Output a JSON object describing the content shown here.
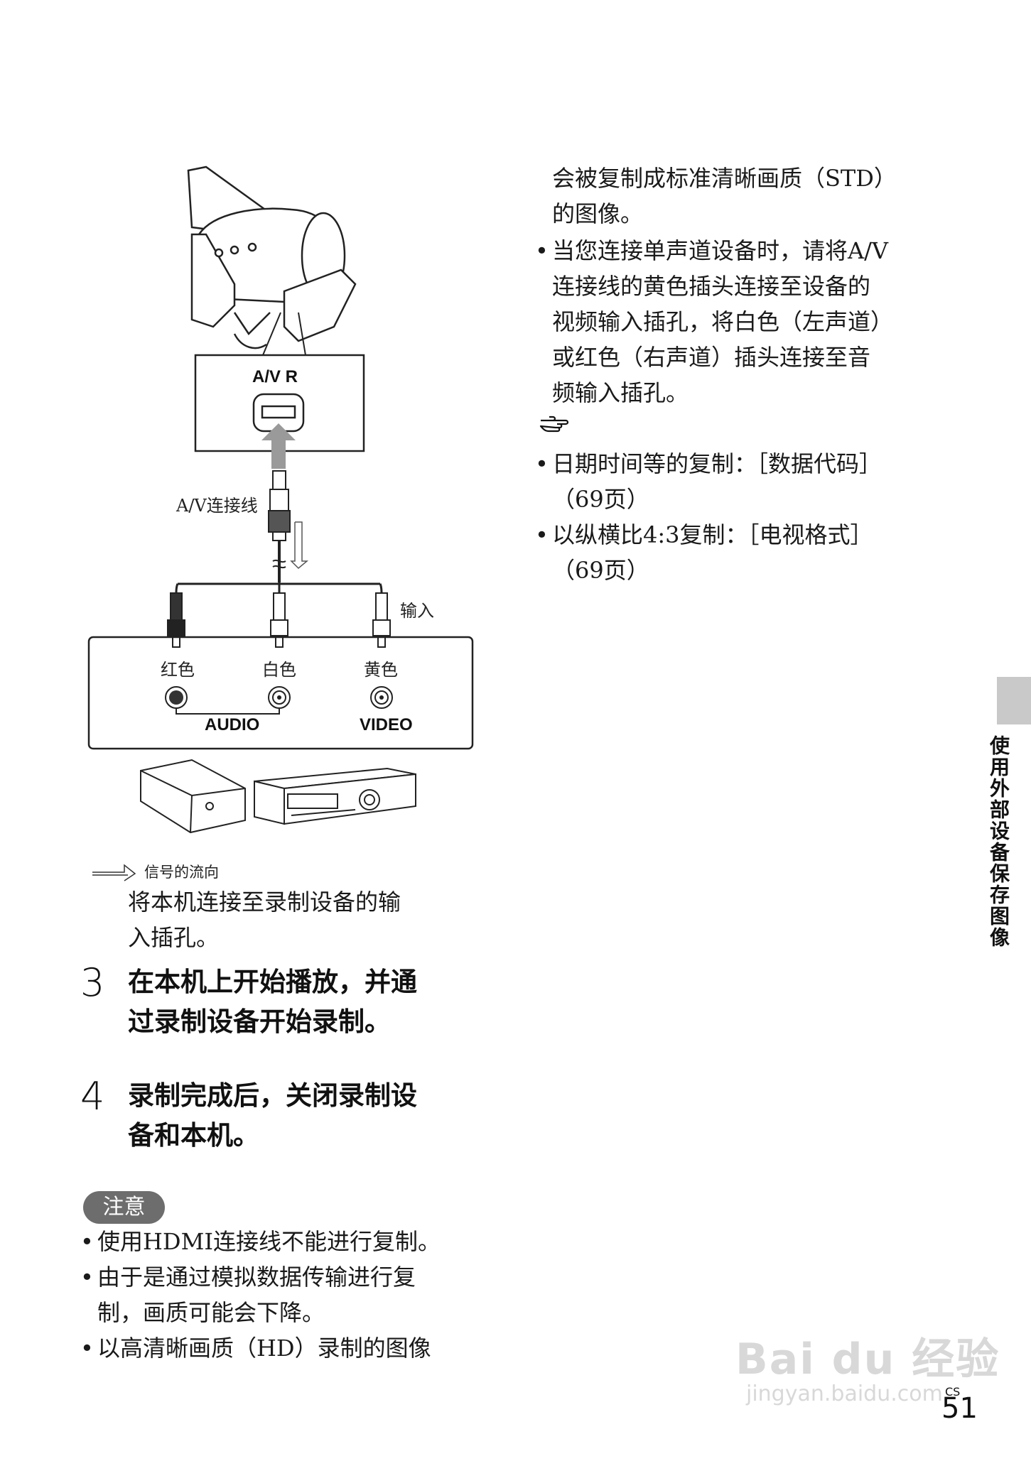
{
  "diagram": {
    "av_r_label": "A/V R",
    "cable_label": "A/V连接线",
    "input_label": "输入",
    "red_label": "红色",
    "white_label": "白色",
    "yellow_label": "黄色",
    "audio_label": "AUDIO",
    "video_label": "VIDEO",
    "signal_legend": "信号的流向"
  },
  "left_column": {
    "step2_tail": [
      "将本机连接至录制设备的输",
      "入插孔。"
    ],
    "step3_number": "3",
    "step3_lines": [
      "在本机上开始播放，并通",
      "过录制设备开始录制。"
    ],
    "step4_number": "4",
    "step4_lines": [
      "录制完成后，关闭录制设",
      "备和本机。"
    ],
    "note_badge": "注意",
    "notes": [
      [
        "使用HDMI连接线不能进行复制。"
      ],
      [
        "由于是通过模拟数据传输进行复",
        "制，画质可能会下降。"
      ],
      [
        "以高清晰画质（HD）录制的图像"
      ]
    ]
  },
  "right_column": {
    "continued_lines": [
      "会被复制成标准清晰画质（STD）",
      "的图像。"
    ],
    "bullets_top": [
      [
        "当您连接单声道设备时，请将A/V",
        "连接线的黄色插头连接至设备的",
        "视频输入插孔，将白色（左声道）",
        "或红色（右声道）插头连接至音",
        "频输入插孔。"
      ]
    ],
    "tip_icon": "pointing-hand-icon",
    "bullets_tips": [
      [
        "日期时间等的复制：［数据代码］",
        "（69页）"
      ],
      [
        "以纵横比4:3复制：［电视格式］",
        "（69页）"
      ]
    ]
  },
  "side_tab": {
    "label": "使用外部设备保存图像"
  },
  "footer": {
    "lang_code": "CS",
    "page_number": "51"
  },
  "watermark": {
    "logo": "Bai du 经验",
    "url": "jingyan.baidu.com"
  }
}
